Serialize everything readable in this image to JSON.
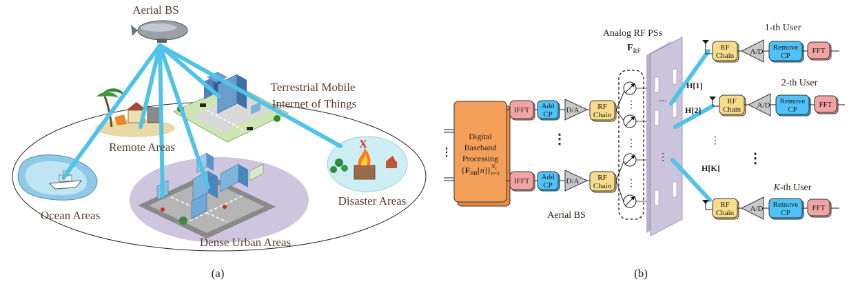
{
  "panel_a": {
    "aerial_bs_label": "Aerial BS",
    "terrestrial_line1": "Terrestrial Mobile",
    "terrestrial_line2": "Internet of Things",
    "remote_label": "Remote Areas",
    "ocean_label": "Ocean Areas",
    "urban_label": "Dense Urban Areas",
    "disaster_label": "Disaster Areas",
    "disaster_mark": "X",
    "caption": "(a)"
  },
  "panel_b": {
    "digital_line1": "Digital",
    "digital_line2": "Baseband",
    "digital_line3": "Processing",
    "fbb_label": "{F_BB[n]}_{n=1}^{N_c}",
    "ifft": "IFFT",
    "add_cp_1": "Add",
    "add_cp_2": "CP",
    "da": "D/A",
    "rf_chain_1": "RF",
    "rf_chain_2": "Chain",
    "analog_title": "Analog RF PSs",
    "frf_label": "F",
    "frf_sub": "RF",
    "aerial_bs_label": "Aerial BS",
    "h1": "H[1]",
    "h2": "H[2]",
    "hk": "H[K]",
    "user1": "1-th User",
    "user2": "2-th User",
    "userk": "K-th User",
    "ad": "A/D",
    "remove_cp_1": "Remove",
    "remove_cp_2": "CP",
    "fft": "FFT",
    "caption": "(b)"
  },
  "colors": {
    "beam": "#4fc3e8",
    "baseband": "#f0954a",
    "ifft": "#f2a3a3",
    "addcp": "#4fc3f7",
    "rfchain": "#f8dc8c",
    "panel": "#cbc4dc",
    "urban_ellipse": "#c9bfdc",
    "ocean": "#a9d8ee",
    "disaster": "#cdeef2"
  }
}
